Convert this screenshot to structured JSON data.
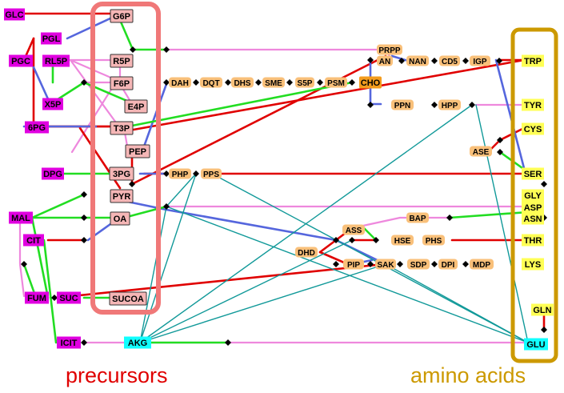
{
  "captions": {
    "precursors": "precursors",
    "amino_acids": "amino acids"
  },
  "colors": {
    "magenta": "#e000e0",
    "pink_box": "#f5b6b6",
    "orange": "#f9c07a",
    "orange_dark": "#f39c1e",
    "yellow": "#ffff55",
    "cyan": "#11ffff",
    "frame_precursors": "#f07878",
    "frame_amino": "#cc9900",
    "edge_red": "#e00000",
    "edge_blue": "#5566dd",
    "edge_green": "#22dd22",
    "edge_pink": "#ee88dd",
    "edge_teal": "#119999",
    "caption_red": "#e00000",
    "caption_gold": "#cc9900"
  },
  "nodes": {
    "GLC": "GLC",
    "PGL": "PGL",
    "PGC": "PGC",
    "RL5P": "RL5P",
    "X5P": "X5P",
    "6PG": "6PG",
    "DPG": "DPG",
    "MAL": "MAL",
    "CIT": "CIT",
    "FUM": "FUM",
    "SUC": "SUC",
    "ICIT": "ICIT",
    "G6P": "G6P",
    "R5P": "R5P",
    "F6P": "F6P",
    "E4P": "E4P",
    "T3P": "T3P",
    "PEP": "PEP",
    "3PG": "3PG",
    "PYR": "PYR",
    "OA": "OA",
    "SUCOA": "SUCOA",
    "AKG": "AKG",
    "DAH": "DAH",
    "DQT": "DQT",
    "DHS": "DHS",
    "SME": "SME",
    "S5P": "S5P",
    "PSM": "PSM",
    "CHO": "CHO",
    "PRPP": "PRPP",
    "AN": "AN",
    "NAN": "NAN",
    "CD5": "CD5",
    "IGP": "IGP",
    "PPN": "PPN",
    "HPP": "HPP",
    "ASE": "ASE",
    "PHP": "PHP",
    "PPS": "PPS",
    "ASS": "ASS",
    "BAP": "BAP",
    "HSE": "HSE",
    "PHS": "PHS",
    "DHD": "DHD",
    "PIP": "PIP",
    "SAK": "SAK",
    "SDP": "SDP",
    "DPI": "DPI",
    "MDP": "MDP",
    "TRP": "TRP",
    "TYR": "TYR",
    "CYS": "CYS",
    "SER": "SER",
    "GLY": "GLY",
    "ASP": "ASP",
    "ASN": "ASN",
    "THR": "THR",
    "LYS": "LYS",
    "GLN": "GLN",
    "GLU": "GLU"
  }
}
